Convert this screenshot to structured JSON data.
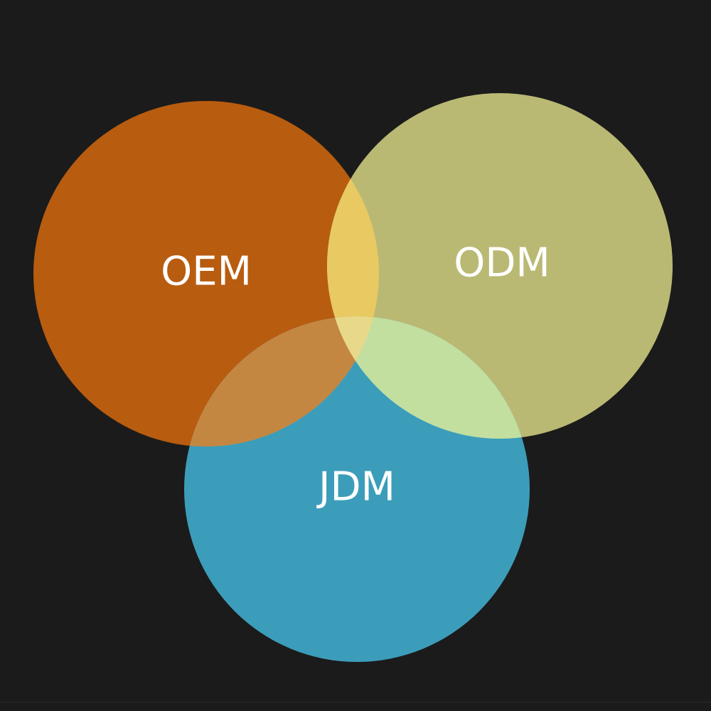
{
  "diagram": {
    "type": "venn",
    "sets": [
      {
        "id": "oem",
        "label": "OEM",
        "color": "#b85c10"
      },
      {
        "id": "odm",
        "label": "ODM",
        "color": "#bab974"
      },
      {
        "id": "jdm",
        "label": "JDM",
        "color": "#3c9dba"
      }
    ],
    "overlap_colors": {
      "oem_odm": "#e8c962",
      "oem_jdm": "#c48742",
      "odm_jdm": "#c2dfa0",
      "oem_odm_jdm": "#e8d98a"
    },
    "background": "#1b1b1b"
  }
}
